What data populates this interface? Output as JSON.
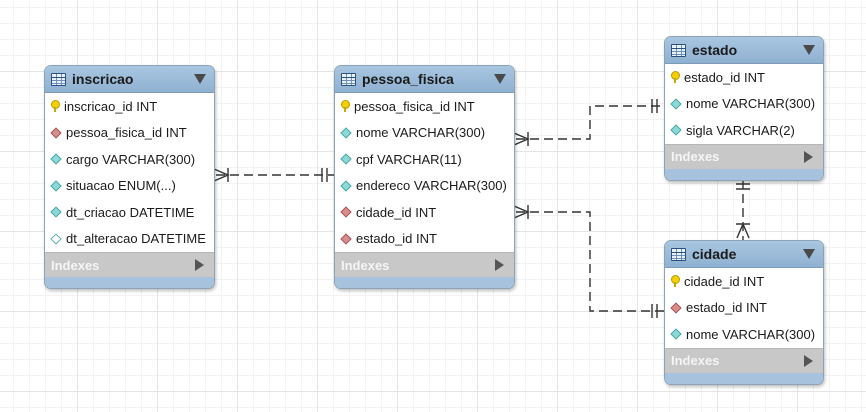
{
  "tables": {
    "inscricao": {
      "title": "inscricao",
      "columns": [
        "inscricao_id INT",
        "pessoa_fisica_id INT",
        "cargo VARCHAR(300)",
        "situacao ENUM(...)",
        "dt_criacao DATETIME",
        "dt_alteracao DATETIME"
      ],
      "indexes_label": "Indexes"
    },
    "pessoa_fisica": {
      "title": "pessoa_fisica",
      "columns": [
        "pessoa_fisica_id INT",
        "nome VARCHAR(300)",
        "cpf VARCHAR(11)",
        "endereco VARCHAR(300)",
        "cidade_id INT",
        "estado_id INT"
      ],
      "indexes_label": "Indexes"
    },
    "estado": {
      "title": "estado",
      "columns": [
        "estado_id INT",
        "nome VARCHAR(300)",
        "sigla VARCHAR(2)"
      ],
      "indexes_label": "Indexes"
    },
    "cidade": {
      "title": "cidade",
      "columns": [
        "cidade_id INT",
        "estado_id INT",
        "nome VARCHAR(300)"
      ],
      "indexes_label": "Indexes"
    }
  },
  "colors": {
    "header": "#9bbad8",
    "footer": "#a7c2dc",
    "indexes_bar": "#c8c8c8",
    "connector": "#333333"
  }
}
